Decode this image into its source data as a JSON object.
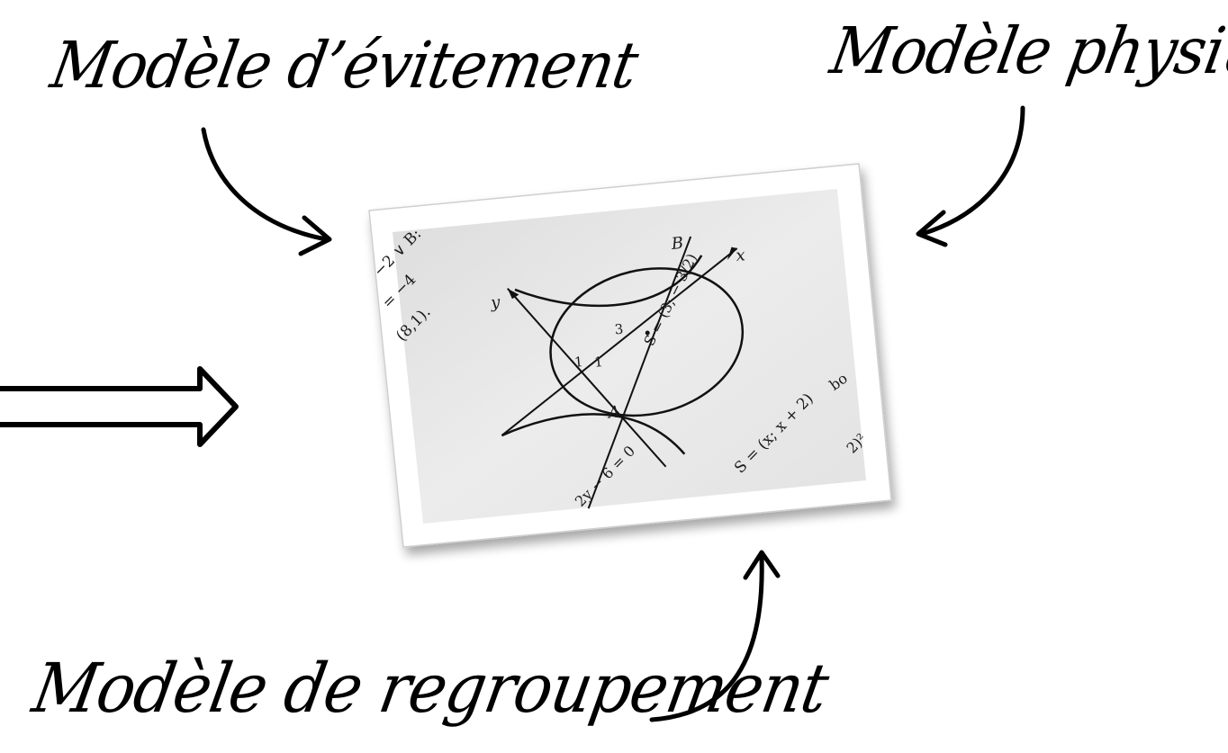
{
  "labels": {
    "avoidance_model": "Modèle d’évitement",
    "physical_model": "Modèle physique",
    "grouping_model": "Modèle de regroupement"
  },
  "photo": {
    "annotations": {
      "left_top_1": "−2 ∨ B:",
      "left_top_2": "= −4",
      "left_top_3": "(8,1).",
      "axis_x": "x",
      "axis_y": "y",
      "point_b": "B",
      "point_a": "A",
      "tick_3": "3",
      "tick_1a": "1",
      "tick_1b": "1",
      "s_point": "S = (3; − 3/2)",
      "equation": "2y − 6 = 0",
      "s_line": "S = (x; x + 2)",
      "bo": "bo",
      "squared": "2)²"
    }
  },
  "colors": {
    "ink": "#000000",
    "paper": "#e9e9e9",
    "frame": "#ffffff"
  }
}
